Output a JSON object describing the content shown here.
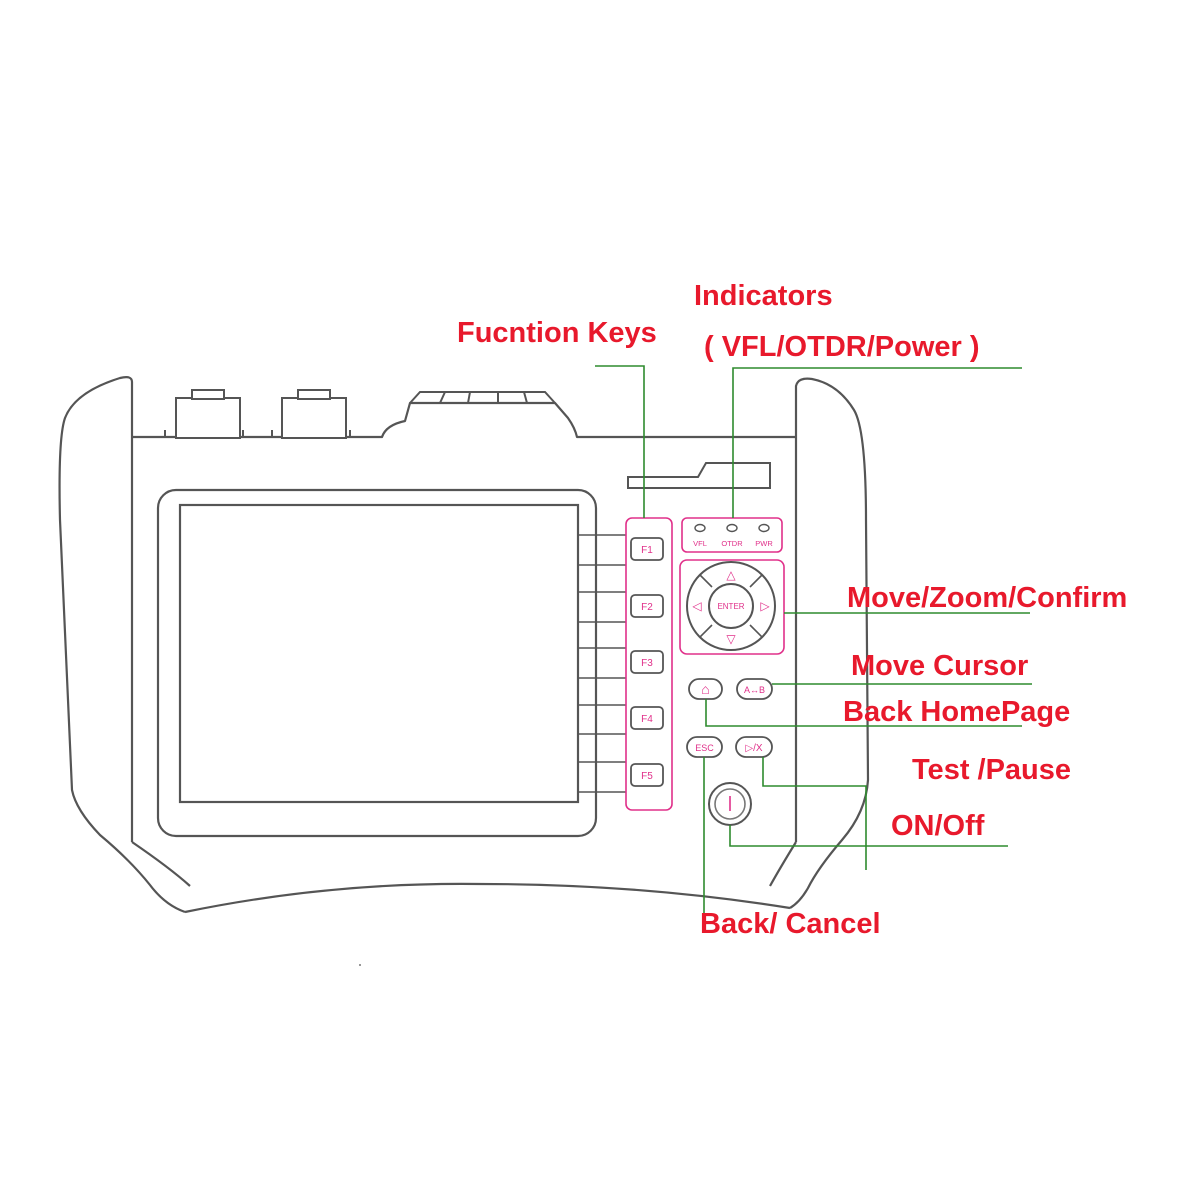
{
  "callouts": {
    "function_keys": "Fucntion Keys",
    "indicators_title": "Indicators",
    "indicators_sub": "( VFL/OTDR/Power )",
    "move_zoom_confirm": "Move/Zoom/Confirm",
    "move_cursor": "Move Cursor",
    "back_homepage": "Back HomePage",
    "test_pause": "Test /Pause",
    "on_off": "ON/Off",
    "back_cancel": "Back/ Cancel"
  },
  "device": {
    "function_keys": [
      "F1",
      "F2",
      "F3",
      "F4",
      "F5"
    ],
    "indicators": [
      "VFL",
      "OTDR",
      "PWR"
    ],
    "dpad_center": "ENTER",
    "dpad_arrows": {
      "up": "△",
      "down": "▽",
      "left": "◁",
      "right": "▷"
    },
    "home_icon": "⌂",
    "ab_key": "A↔B",
    "esc_key": "ESC",
    "test_key": "▷/X",
    "power_icon": "⏻"
  },
  "colors": {
    "callout_text": "#e8192c",
    "leader_line": "#2e8b2e",
    "key_outline": "#e0308a",
    "device_outline": "#555555"
  }
}
